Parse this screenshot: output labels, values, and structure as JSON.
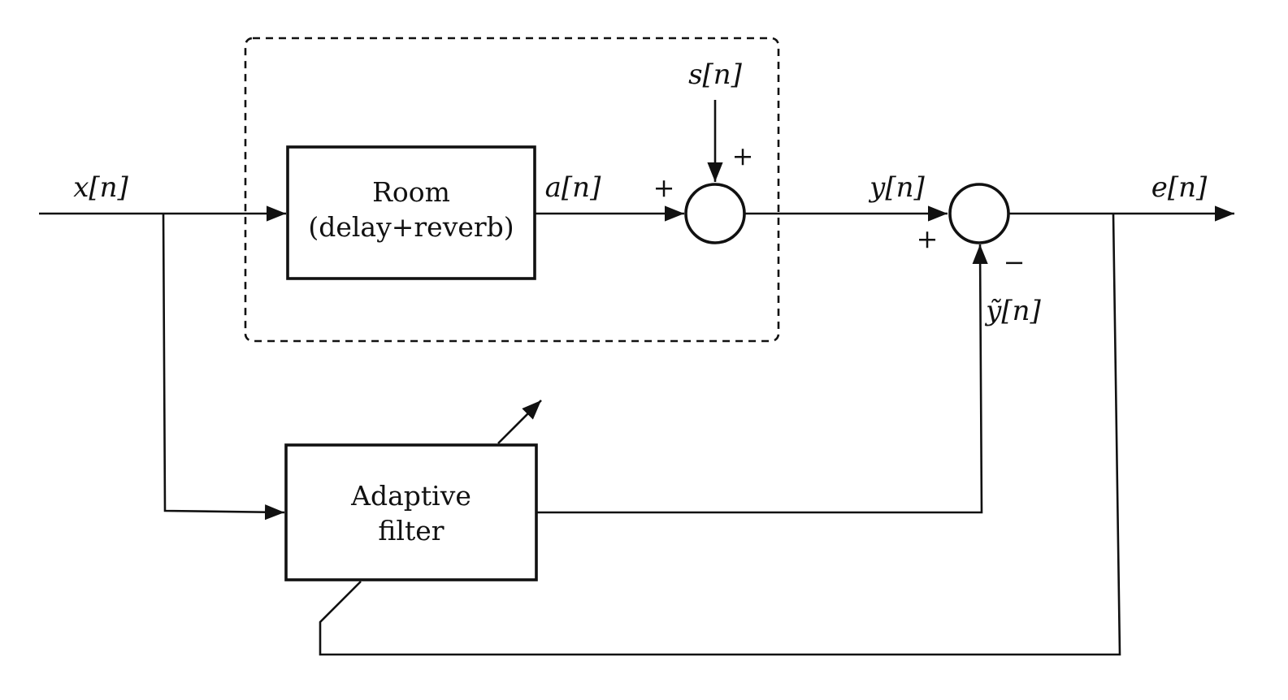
{
  "blocks": {
    "room": {
      "line1": "Room",
      "line2": "(delay+reverb)"
    },
    "adaptive_filter": {
      "line1": "Adaptive",
      "line2": "filter"
    }
  },
  "signals": {
    "x": "x[n]",
    "a": "a[n]",
    "s": "s[n]",
    "y": "y[n]",
    "e": "e[n]",
    "y_tilde": "ỹ[n]"
  },
  "signs": {
    "sum1_left": "+",
    "sum1_top": "+",
    "sum2_left": "+",
    "sum2_bottom": "−"
  }
}
